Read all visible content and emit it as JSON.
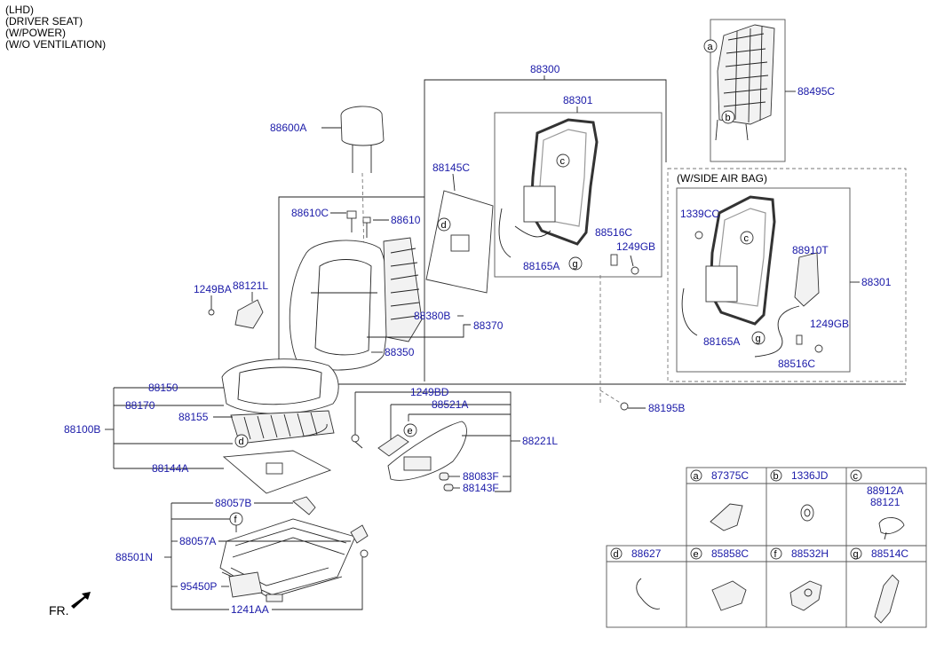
{
  "header": {
    "lines": [
      "(LHD)",
      "(DRIVER SEAT)",
      "(W/POWER)",
      "(W/O VENTILATION)"
    ]
  },
  "direction_label": "FR.",
  "side_airbag_title": "(W/SIDE AIR BAG)",
  "parts": {
    "p88300": "88300",
    "p88301": "88301",
    "p88301b": "88301",
    "p88495C": "88495C",
    "p88600A": "88600A",
    "p88145C": "88145C",
    "p88610C": "88610C",
    "p88610": "88610",
    "p88516C": "88516C",
    "p1249GB": "1249GB",
    "p88165A": "88165A",
    "p1339CC": "1339CC",
    "p88910T": "88910T",
    "p88165A_b": "88165A",
    "p1249GB_b": "1249GB",
    "p88516C_b": "88516C",
    "p1249BA": "1249BA",
    "p88121L": "88121L",
    "p88380B": "88380B",
    "p88370": "88370",
    "p88350": "88350",
    "p88150": "88150",
    "p88170": "88170",
    "p88155": "88155",
    "p88100B": "88100B",
    "p88144A": "88144A",
    "p1249BD": "1249BD",
    "p88521A": "88521A",
    "p88221L": "88221L",
    "p88083F": "88083F",
    "p88143F": "88143F",
    "p88195B": "88195B",
    "p88057B": "88057B",
    "p88057A": "88057A",
    "p88501N": "88501N",
    "p95450P": "95450P",
    "p1241AA": "1241AA"
  },
  "callouts": {
    "a": "a",
    "b": "b",
    "c": "c",
    "d": "d",
    "e": "e",
    "f": "f",
    "g": "g"
  },
  "legend": [
    {
      "key": "a",
      "part": "87375C"
    },
    {
      "key": "b",
      "part": "1336JD"
    },
    {
      "key": "c",
      "part": "88912A",
      "part2": "88121"
    },
    {
      "key": "d",
      "part": "88627"
    },
    {
      "key": "e",
      "part": "85858C"
    },
    {
      "key": "f",
      "part": "88532H"
    },
    {
      "key": "g",
      "part": "88514C"
    }
  ]
}
